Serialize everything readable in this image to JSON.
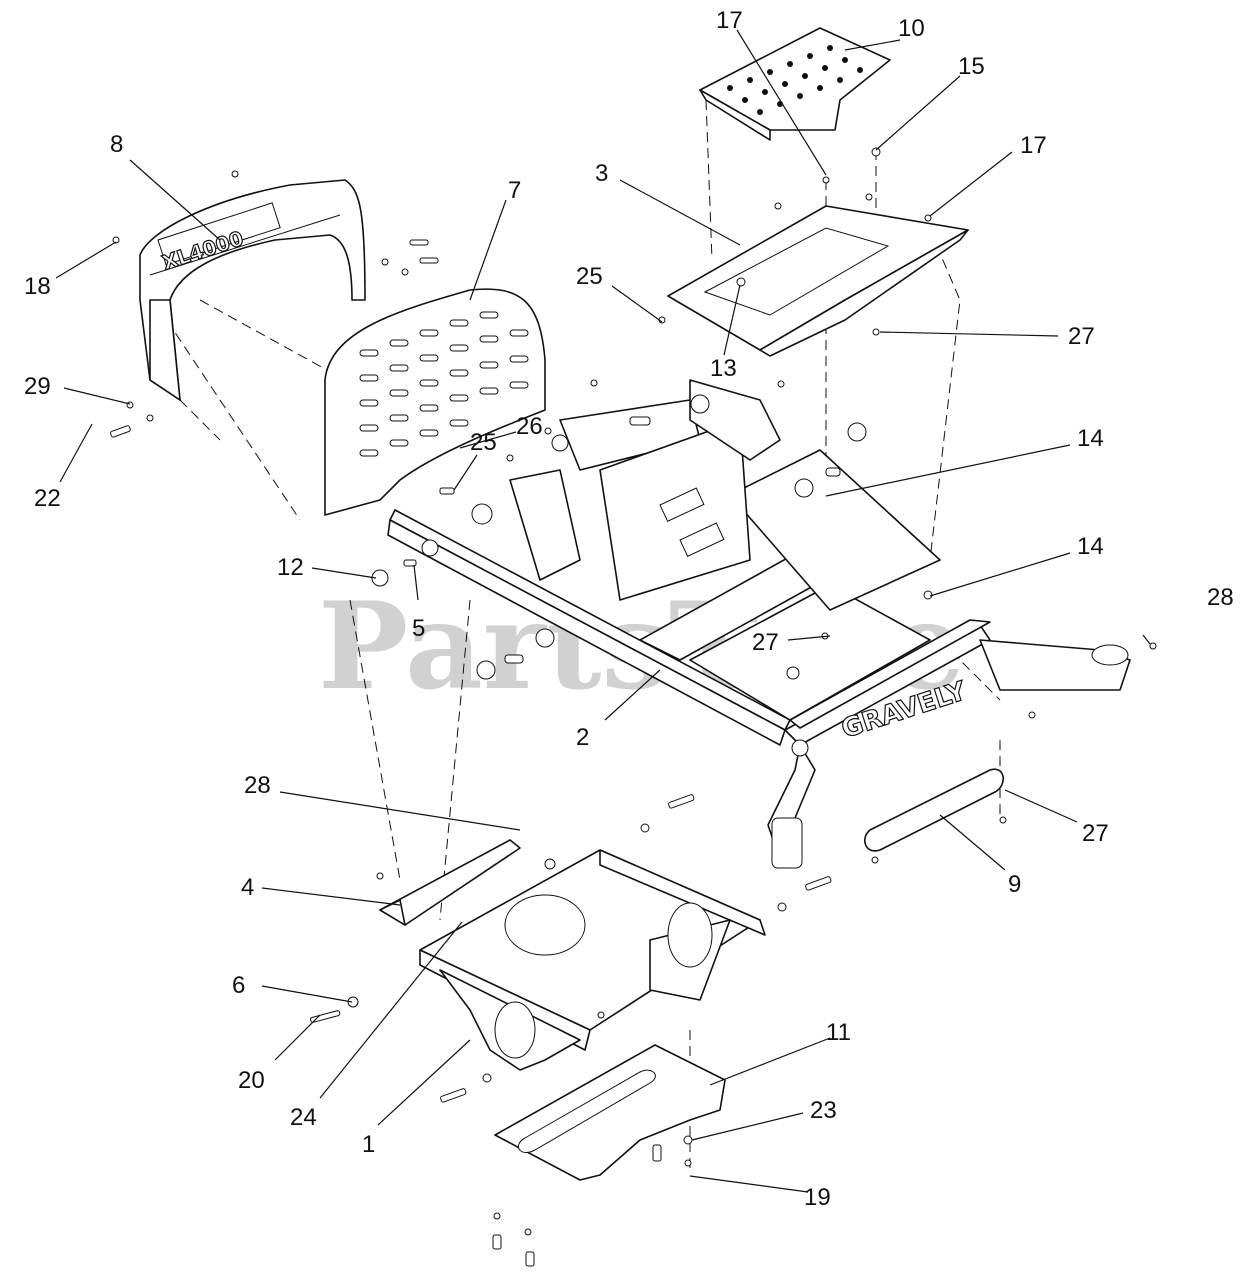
{
  "diagram": {
    "watermark": "PartsTree",
    "brand_fender": "XL4000",
    "brand_frame": "GRAVELY",
    "callouts": {
      "c1": "1",
      "c2": "2",
      "c3": "3",
      "c4": "4",
      "c5": "5",
      "c6": "6",
      "c7": "7",
      "c8": "8",
      "c9": "9",
      "c10": "10",
      "c11": "11",
      "c12": "12",
      "c13": "13",
      "c14a": "14",
      "c14b": "14",
      "c15": "15",
      "c17a": "17",
      "c17b": "17",
      "c18": "18",
      "c19": "19",
      "c20": "20",
      "c22": "22",
      "c23": "23",
      "c24": "24",
      "c25a": "25",
      "c25b": "25",
      "c26": "26",
      "c27a": "27",
      "c27b": "27",
      "c27c": "27",
      "c28a": "28",
      "c28b": "28",
      "c29": "29"
    }
  }
}
